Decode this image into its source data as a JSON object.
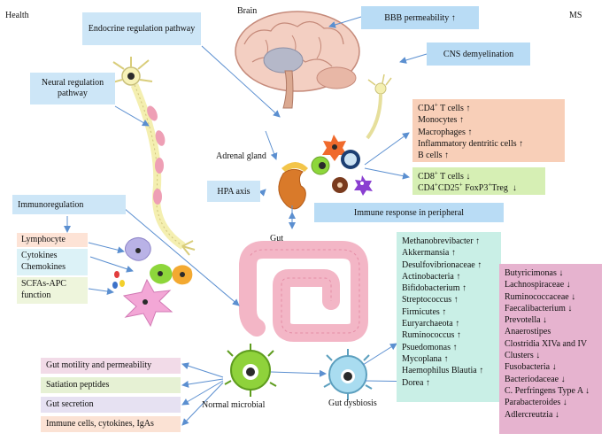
{
  "corner_labels": {
    "health": "Health",
    "ms": "MS",
    "brain": "Brain"
  },
  "boxes": {
    "endocrine": "Endocrine regulation pathway",
    "bbb": "BBB permeability ↑",
    "cns": "CNS demyelination",
    "neural": "Neural regulation pathway",
    "hpa": "HPA axis",
    "immune_peripheral": "Immune response in peripheral",
    "immunoregulation": "Immunoregulation"
  },
  "organ_labels": {
    "adrenal": "Adrenal gland",
    "gut": "Gut"
  },
  "immune_up": [
    "CD4⁺ T cells ↑",
    "Monocytes ↑",
    "Macrophages ↑",
    "Inflammatory dentritic cells ↑",
    "B cells ↑"
  ],
  "immune_down": [
    "CD8⁺ T cells ↓",
    "CD4⁺CD25⁺ FoxP3⁺Treg ↓"
  ],
  "left_factors": [
    {
      "label": "Lymphocyte",
      "color": "#fde3d6"
    },
    {
      "label": "Cytokines Chemokines",
      "color": "#dcf2f7"
    },
    {
      "label": "SCFAs-APC function",
      "color": "#eef5dc"
    }
  ],
  "gut_functions": [
    {
      "label": "Gut motility and permeability",
      "color": "#f2dbe8"
    },
    {
      "label": "Satiation peptides",
      "color": "#e6f1d4"
    },
    {
      "label": "Gut secretion",
      "color": "#e6e1f2"
    },
    {
      "label": "Immune cells, cytokines, IgAs",
      "color": "#fbe2d4"
    }
  ],
  "microbes_up": [
    "Methanobrevibacter ↑",
    "Akkermansia ↑",
    "Desulfovibrionaceae ↑",
    "Actinobacteria ↑",
    "Bifidobacterium ↑",
    "Streptococcus ↑",
    "Firmicutes ↑",
    "Euryarchaeota ↑",
    "Ruminococcus ↑",
    "Psuedomonas ↑",
    "Mycoplana ↑",
    "Haemophilus Blautia ↑",
    "Dorea ↑"
  ],
  "microbes_down": [
    "Butyricimonas ↓",
    "Lachnospiraceae ↓",
    "Ruminococcaceae ↓",
    "Faecalibacterium ↓",
    "Prevotella ↓",
    "Anaerostipes",
    "Clostridia XIVa and IV",
    "Clusters ↓",
    "Fusobacteria ↓",
    "Bacteriodaceae ↓",
    "C. Perfringens Type A ↓",
    "Parabacteroides ↓",
    "Adlercreutzia ↓"
  ],
  "bottom_labels": {
    "normal": "Normal microbial",
    "dysbiosis": "Gut dysbiosis"
  },
  "colors": {
    "arrow": "#5b8fd0",
    "blue_box": "#cde6f7",
    "immune_up_box": "#f8cfb8",
    "immune_down_box": "#d6efb4",
    "microbes_up_box": "#c9efe6",
    "microbes_down_box": "#e6b3cf"
  }
}
